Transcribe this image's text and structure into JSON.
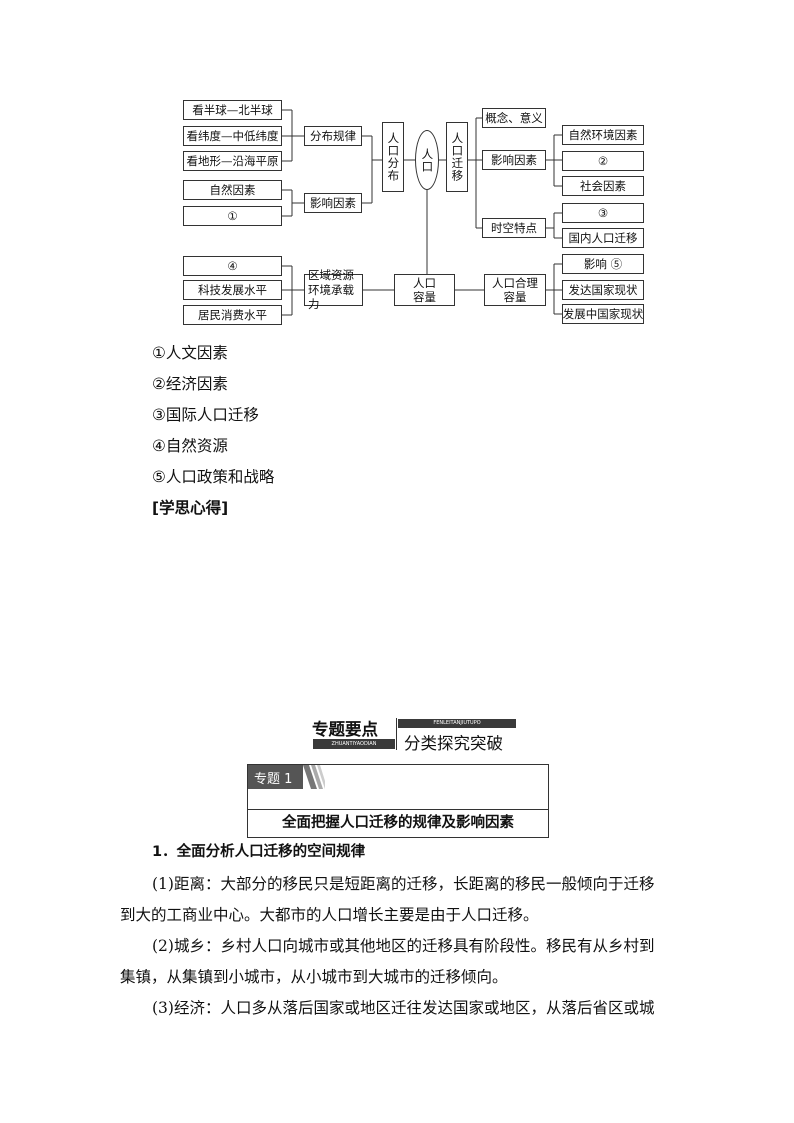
{
  "diagram": {
    "left_boxes": {
      "b1": "看半球—北半球",
      "b2": "看纬度—中低纬度",
      "b3": "看地形—沿海平原",
      "b4": "自然因素",
      "b5": "①",
      "b6": "④",
      "b7": "科技发展水平",
      "b8": "居民消费水平"
    },
    "middle_boxes": {
      "distribution_rule": "分布规律",
      "influence_factors": "影响因素",
      "regional_capacity": "区域资源环境承载力",
      "population_distribution": "人口分布",
      "population": "人口",
      "population_migration": "人口迁移",
      "population_capacity": "人口容量",
      "reasonable_capacity": "人口合理容量"
    },
    "right_boxes": {
      "concept": "概念、意义",
      "influence": "影响因素",
      "natural_env": "自然环境因素",
      "circle2": "②",
      "social": "社会因素",
      "spatiotemporal": "时空特点",
      "circle3": "③",
      "domestic": "国内人口迁移",
      "impact5": "影响 ⑤",
      "developed": "发达国家现状",
      "developing": "发展中国家现状"
    }
  },
  "answers": [
    "①人文因素",
    "②经济因素",
    "③国际人口迁移",
    "④自然资源",
    "⑤人口政策和战略"
  ],
  "reflection_label": "[学思心得]",
  "section": {
    "title_left": "专题要点",
    "sub_left": "ZHUANTIYAODIAN",
    "sub_right": "FENLEITANJIUTUPO",
    "title_right": "分类探究突破"
  },
  "topic": {
    "tag": "专题 1",
    "title": "全面把握人口迁移的规律及影响因素"
  },
  "body": {
    "heading1": "1．全面分析人口迁移的空间规律",
    "p1_line1": "(1)距离：大部分的移民只是短距离的迁移，长距离的移民一般倾向于迁移",
    "p1_line2": "到大的工商业中心。大都市的人口增长主要是由于人口迁移。",
    "p2_line1": "(2)城乡：乡村人口向城市或其他地区的迁移具有阶段性。移民有从乡村到",
    "p2_line2": "集镇，从集镇到小城市，从小城市到大城市的迁移倾向。",
    "p3_line1": "(3)经济：人口多从落后国家或地区迁往发达国家或地区，从落后省区或城"
  }
}
